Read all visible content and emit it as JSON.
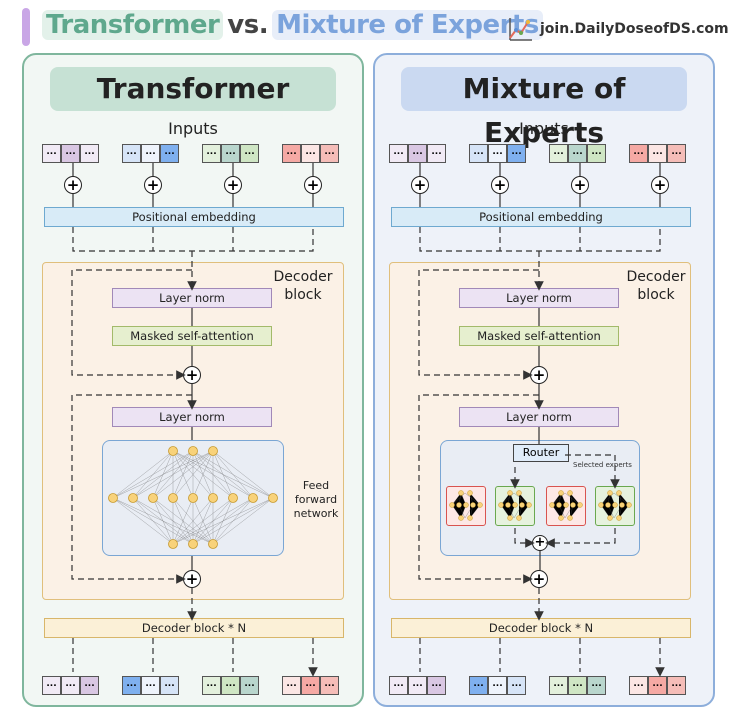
{
  "header": {
    "title_a": "Transformer",
    "title_vs": "vs.",
    "title_b": "Mixture of Experts",
    "brand": "join.DailyDoseofDS.com"
  },
  "left": {
    "title": "Transformer",
    "inputs_label": "Inputs",
    "token_text": "...",
    "positional_embedding": "Positional embedding",
    "decoder_block_label": "Decoder block",
    "layer_norm_1": "Layer norm",
    "masked_self_attention": "Masked self-attention",
    "layer_norm_2": "Layer norm",
    "ffn_label": "Feed forward network",
    "decoder_block_n": "Decoder block * N"
  },
  "right": {
    "title": "Mixture of Experts",
    "inputs_label": "Inputs",
    "token_text": "...",
    "positional_embedding": "Positional embedding",
    "decoder_block_label": "Decoder block",
    "layer_norm_1": "Layer norm",
    "masked_self_attention": "Masked self-attention",
    "layer_norm_2": "Layer norm",
    "router": "Router",
    "selected_experts": "Selected experts",
    "decoder_block_n": "Decoder block * N"
  },
  "colors": {
    "transformer_green": "#5fa88d",
    "moe_blue": "#7ba3dc",
    "token_purple": "#d9c7e3",
    "token_blue": "#a9c7ef",
    "token_green": "#c4dfb8",
    "token_red": "#f2b1ad",
    "expert_red": "#d9534f",
    "expert_green": "#6aa84f"
  }
}
